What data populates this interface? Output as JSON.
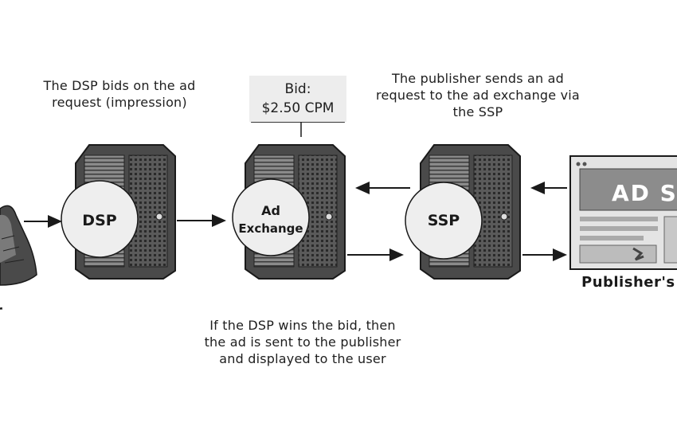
{
  "captions": {
    "dsp_bids": "The DSP bids on the ad request (impression)",
    "publisher_sends": "The publisher sends an ad request to the ad exchange via the SSP",
    "dsp_wins": "If the DSP wins the bid, then the ad is sent to the publisher and displayed to the user"
  },
  "bid": {
    "line1": "Bid:",
    "line2": "$2.50 CPM"
  },
  "nodes": {
    "dsp": "DSP",
    "ad_exchange_line1": "Ad",
    "ad_exchange_line2": "Exchange",
    "ssp": "SSP"
  },
  "publisher": {
    "ad_slot_text": "AD SL",
    "site_label": "Publisher's V"
  },
  "advertiser": {
    "label_fragment": "r"
  },
  "colors": {
    "server_dark": "#3a3a3a",
    "server_mid": "#6b6b6b",
    "server_light": "#9a9a9a",
    "circle_fill": "#eeeeee",
    "bid_box": "#ededed",
    "ad_slot": "#8c8c8c"
  }
}
